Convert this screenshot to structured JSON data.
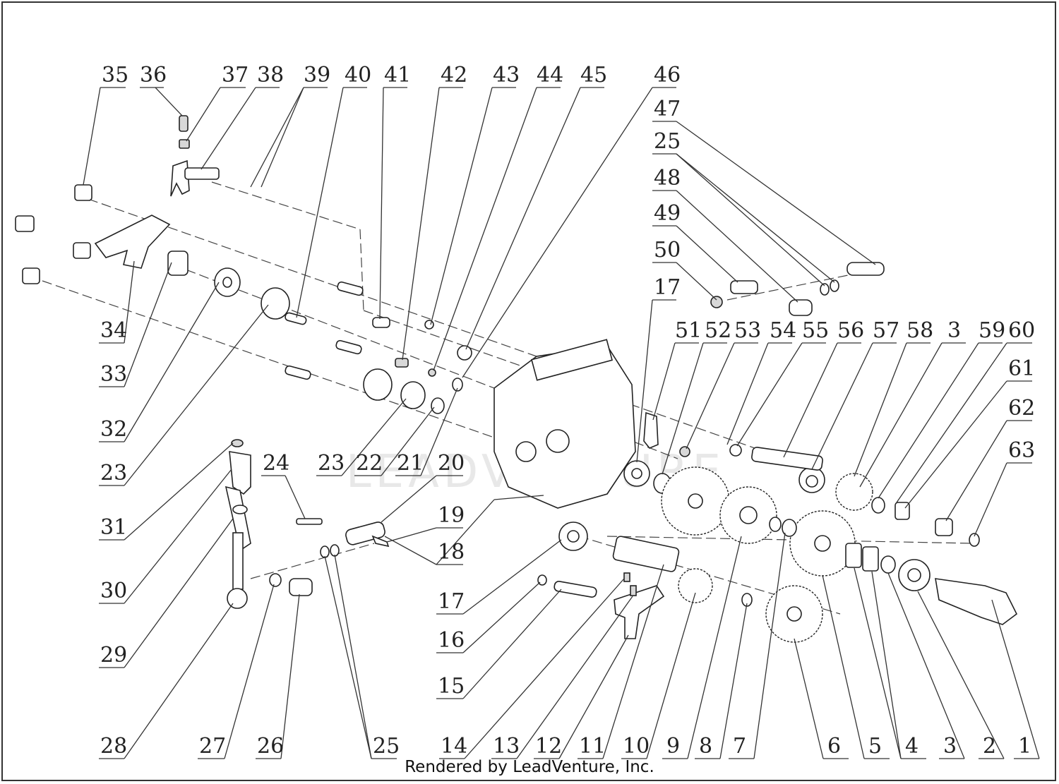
{
  "footer": {
    "text": "Rendered by LeadVenture, Inc."
  },
  "watermark": {
    "text": "LEADVENTURE"
  },
  "callouts": [
    {
      "id": "35",
      "t": "35"
    },
    {
      "id": "36",
      "t": "36"
    },
    {
      "id": "37",
      "t": "37"
    },
    {
      "id": "38",
      "t": "38"
    },
    {
      "id": "39",
      "t": "39"
    },
    {
      "id": "40",
      "t": "40"
    },
    {
      "id": "41",
      "t": "41"
    },
    {
      "id": "42",
      "t": "42"
    },
    {
      "id": "43",
      "t": "43"
    },
    {
      "id": "44",
      "t": "44"
    },
    {
      "id": "45",
      "t": "45"
    },
    {
      "id": "46",
      "t": "46"
    },
    {
      "id": "47",
      "t": "47"
    },
    {
      "id": "25a",
      "t": "25"
    },
    {
      "id": "48",
      "t": "48"
    },
    {
      "id": "49",
      "t": "49"
    },
    {
      "id": "50",
      "t": "50"
    },
    {
      "id": "17a",
      "t": "17"
    },
    {
      "id": "51",
      "t": "51"
    },
    {
      "id": "52",
      "t": "52"
    },
    {
      "id": "53",
      "t": "53"
    },
    {
      "id": "54",
      "t": "54"
    },
    {
      "id": "55",
      "t": "55"
    },
    {
      "id": "56",
      "t": "56"
    },
    {
      "id": "57",
      "t": "57"
    },
    {
      "id": "58",
      "t": "58"
    },
    {
      "id": "3a",
      "t": "3"
    },
    {
      "id": "59",
      "t": "59"
    },
    {
      "id": "60",
      "t": "60"
    },
    {
      "id": "61",
      "t": "61"
    },
    {
      "id": "62",
      "t": "62"
    },
    {
      "id": "63",
      "t": "63"
    },
    {
      "id": "34",
      "t": "34"
    },
    {
      "id": "33",
      "t": "33"
    },
    {
      "id": "32",
      "t": "32"
    },
    {
      "id": "23a",
      "t": "23"
    },
    {
      "id": "23b",
      "t": "23"
    },
    {
      "id": "22",
      "t": "22"
    },
    {
      "id": "21",
      "t": "21"
    },
    {
      "id": "20",
      "t": "20"
    },
    {
      "id": "24",
      "t": "24"
    },
    {
      "id": "19",
      "t": "19"
    },
    {
      "id": "18",
      "t": "18"
    },
    {
      "id": "17b",
      "t": "17"
    },
    {
      "id": "16",
      "t": "16"
    },
    {
      "id": "15",
      "t": "15"
    },
    {
      "id": "31",
      "t": "31"
    },
    {
      "id": "30",
      "t": "30"
    },
    {
      "id": "29",
      "t": "29"
    },
    {
      "id": "28",
      "t": "28"
    },
    {
      "id": "27",
      "t": "27"
    },
    {
      "id": "26",
      "t": "26"
    },
    {
      "id": "25b",
      "t": "25"
    },
    {
      "id": "14",
      "t": "14"
    },
    {
      "id": "13",
      "t": "13"
    },
    {
      "id": "12",
      "t": "12"
    },
    {
      "id": "11",
      "t": "11"
    },
    {
      "id": "10",
      "t": "10"
    },
    {
      "id": "9",
      "t": "9"
    },
    {
      "id": "8",
      "t": "8"
    },
    {
      "id": "7",
      "t": "7"
    },
    {
      "id": "6",
      "t": "6"
    },
    {
      "id": "5",
      "t": "5"
    },
    {
      "id": "4",
      "t": "4"
    },
    {
      "id": "3b",
      "t": "3"
    },
    {
      "id": "2",
      "t": "2"
    },
    {
      "id": "1",
      "t": "1"
    }
  ]
}
